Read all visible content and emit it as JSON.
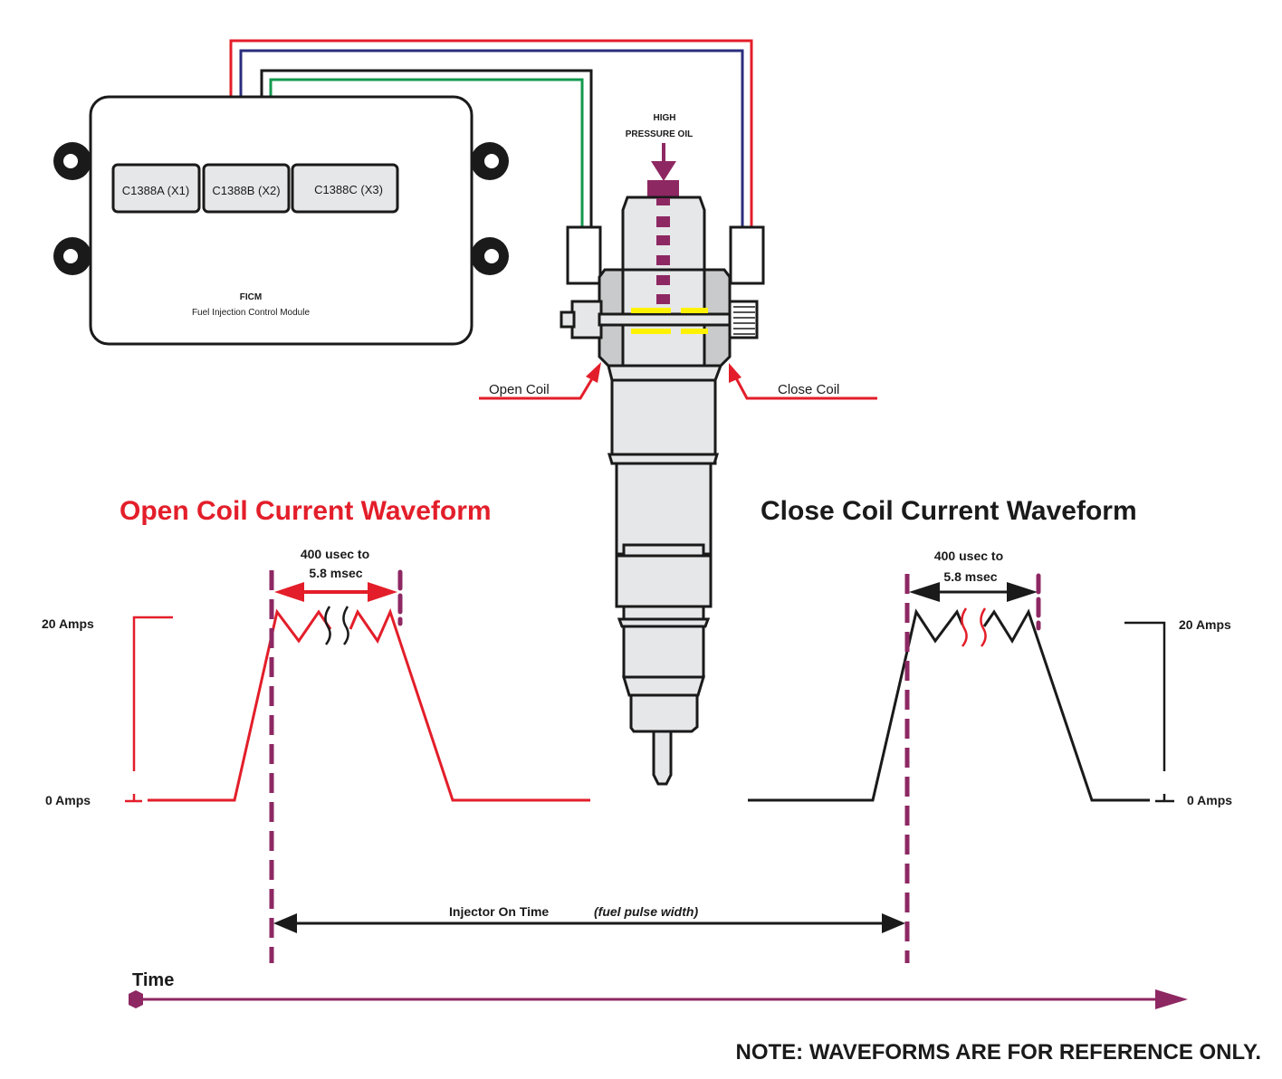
{
  "colors": {
    "red": "#e31e2a",
    "black": "#1a1a1a",
    "purple": "#8e2863",
    "blue": "#2b2d7e",
    "green": "#139a4e",
    "yellow": "#fff200",
    "body_gray": "#e6e7e8",
    "dark_gray": "#c9cacb"
  },
  "ficm": {
    "connectors": [
      "C1388A (X1)",
      "C1388B (X2)",
      "C1388C (X3)"
    ],
    "title": "FICM",
    "subtitle": "Fuel Injection Control Module"
  },
  "injector": {
    "oil_label_line1": "HIGH",
    "oil_label_line2": "PRESSURE OIL",
    "open_coil_label": "Open Coil",
    "close_coil_label": "Close Coil"
  },
  "open_waveform": {
    "title": "Open Coil Current Waveform",
    "duration_line1": "400 usec to",
    "duration_line2": "5.8 msec",
    "high_label": "20 Amps",
    "low_label": "0 Amps"
  },
  "close_waveform": {
    "title": "Close Coil Current Waveform",
    "duration_line1": "400 usec to",
    "duration_line2": "5.8 msec",
    "high_label": "20 Amps",
    "low_label": "0 Amps"
  },
  "timing": {
    "on_time_label": "Injector On Time",
    "on_time_note": "(fuel pulse width)",
    "time_label": "Time"
  },
  "note": "NOTE: WAVEFORMS ARE FOR REFERENCE ONLY."
}
